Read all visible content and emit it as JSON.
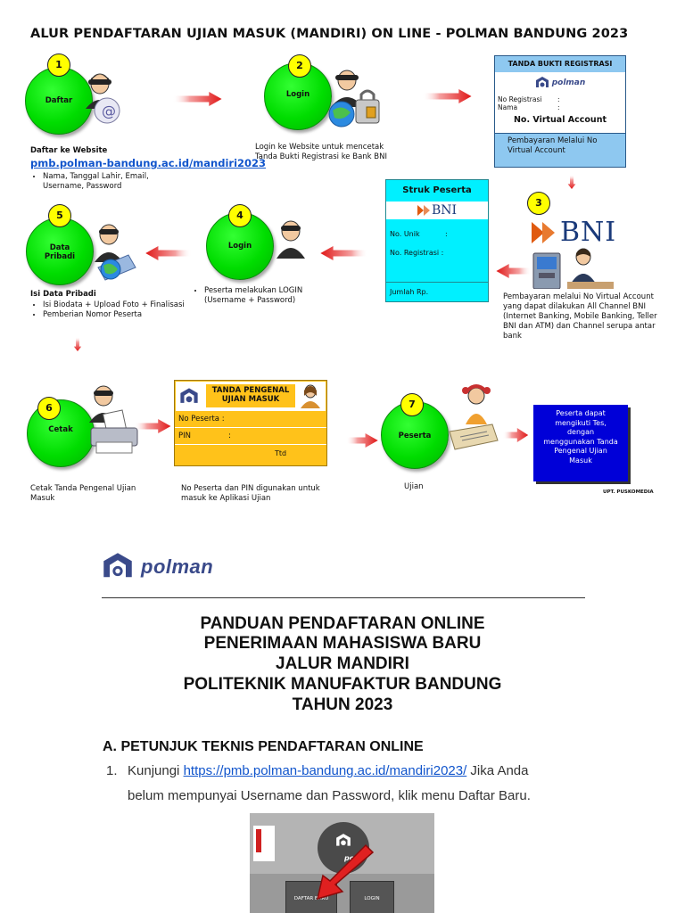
{
  "flow": {
    "title": "ALUR PENDAFTARAN UJIAN MASUK (MANDIRI) ON LINE - POLMAN BANDUNG 2023",
    "steps": [
      {
        "num": "1",
        "label": "Daftar"
      },
      {
        "num": "2",
        "label": "Login"
      },
      {
        "num": "3"
      },
      {
        "num": "4",
        "label": "Login"
      },
      {
        "num": "5",
        "label": "Data Pribadi"
      },
      {
        "num": "6",
        "label": "Cetak"
      },
      {
        "num": "7",
        "label": "Peserta"
      }
    ],
    "step1": {
      "caption": "Daftar  ke Website",
      "link": "pmb.polman-bandung.ac.id/mandiri2023",
      "bullets": [
        "Nama, Tanggal Lahir, Email, Username, Password"
      ]
    },
    "step2": {
      "caption": "Login ke Website untuk mencetak Tanda Bukti Registrasi ke Bank BNI"
    },
    "registrasi": {
      "header": "TANDA BUKTI REGISTRASI",
      "logo_text": "polman",
      "no_registrasi": "No Registrasi",
      "nama": "Nama",
      "colon": ":",
      "virtual_account": "No. Virtual Account",
      "footer": "Pembayaran Melalui No Virtual Account"
    },
    "struk": {
      "header": "Struk Peserta",
      "bni": "BNI",
      "no_unik": "No. Unik",
      "no_registrasi": "No. Registrasi :",
      "jumlah": "Jumlah Rp.",
      "colon": ":"
    },
    "step3": {
      "bni": "BNI",
      "caption": "Pembayaran melalui No Virtual Account yang dapat dilakukan All Channel BNI (Internet Banking, Mobile Banking, Teller BNI dan ATM) dan Channel serupa antar bank"
    },
    "step4": {
      "bullets": [
        "Peserta melakukan LOGIN (Username + Password)"
      ]
    },
    "step5": {
      "caption": "Isi Data Pribadi",
      "bullets": [
        "Isi Biodata + Upload Foto + Finalisasi",
        "Pemberian Nomor Peserta"
      ]
    },
    "step6": {
      "caption_prefix": "Cetak ",
      "caption_rest": "Tanda Pengenal Ujian Masuk"
    },
    "pengenal": {
      "header": "TANDA PENGENAL UJIAN MASUK",
      "no_peserta": "No Peserta  :",
      "pin": "PIN",
      "colon": ":",
      "ttd": "Ttd",
      "caption": "No Peserta dan PIN digunakan untuk masuk ke Aplikasi Ujian"
    },
    "step7": {
      "caption": "Ujian"
    },
    "final_box": "Peserta dapat mengikuti Tes, dengan menggunakan Tanda Pengenal Ujian Masuk",
    "upt": "UPT. PUSKOMEDIA"
  },
  "doc": {
    "logo_text": "polman",
    "title_lines": [
      "PANDUAN PENDAFTARAN ONLINE",
      "PENERIMAAN MAHASISWA BARU",
      "JALUR MANDIRI",
      "POLITEKNIK MANUFAKTUR BANDUNG",
      "TAHUN 2023"
    ],
    "section": "A. PETUNJUK TEKNIS PENDAFTARAN ONLINE",
    "item1": {
      "num": "1.",
      "prefix": "Kunjungi ",
      "link": "https://pmb.polman-bandung.ac.id/mandiri2023/",
      "rest": " Jika Anda",
      "line2": "belum mempunyai Username dan Password, klik menu Daftar Baru."
    },
    "screenshot": {
      "btn_daftar": "DAFTAR BARU",
      "btn_login": "LOGIN",
      "logo_small": "polm"
    }
  }
}
